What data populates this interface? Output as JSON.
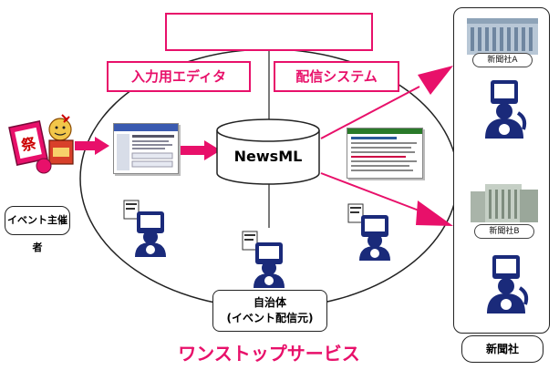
{
  "title": "データの共有化",
  "labels": {
    "editor": "入力用エディタ",
    "delivery": "配信システム",
    "newsml": "NewsML",
    "organizer": "イベント主催者",
    "municipality_line1": "自治体",
    "municipality_line2": "(イベント配信元)",
    "one_stop": "ワンストップサービス",
    "newspaper": "新聞社",
    "company_a": "新聞社A",
    "company_b": "新聞社B"
  },
  "colors": {
    "accent": "#e8106a",
    "figure": "#1a2a7a",
    "line": "#222222"
  },
  "icons": [
    "festival-clipart-icon",
    "database-cylinder-icon",
    "person-at-computer-icon",
    "building-icon"
  ]
}
